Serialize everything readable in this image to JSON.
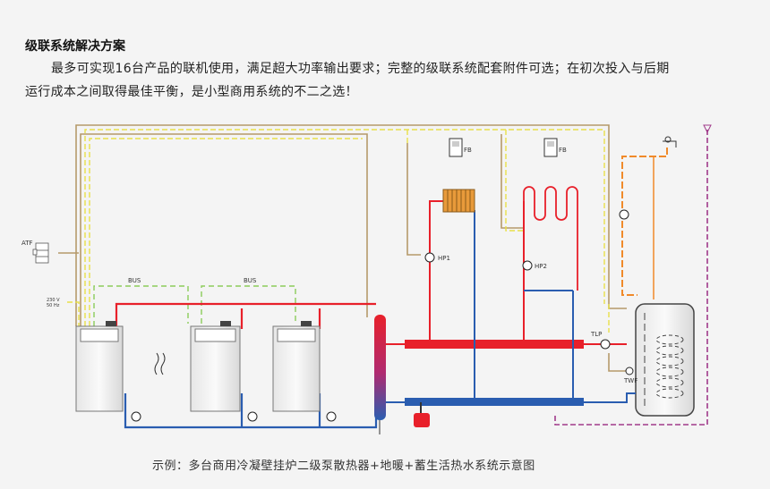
{
  "heading": "级联系统解决方案",
  "paragraph": {
    "line1": "最多可实现16台产品的联机使用，满足超大功率输出要求；完整的级联系统配套附件可选；在初次投入与后期",
    "line2": "运行成本之间取得最佳平衡，是小型商用系统的不二之选！"
  },
  "diagram": {
    "labels": {
      "atf": "ATF",
      "bus1": "BUS",
      "bus2": "BUS",
      "power_v": "230 V",
      "power_hz": "50 Hz",
      "fb1": "FB",
      "fb2": "FB",
      "hp1": "HP1",
      "hp2": "HP2",
      "tlp": "TLP",
      "twf": "TWF"
    },
    "colors": {
      "supply": "#e8202a",
      "return": "#2a5db0",
      "control": "#b59a6a",
      "signal": "#e8e04a",
      "bus": "#8ccc5a",
      "dhw": "#f08a2a",
      "cold": "#a03a8a"
    }
  },
  "caption": "示例：多台商用冷凝壁挂炉二级泵散热器+地暖+蓄生活热水系统示意图"
}
